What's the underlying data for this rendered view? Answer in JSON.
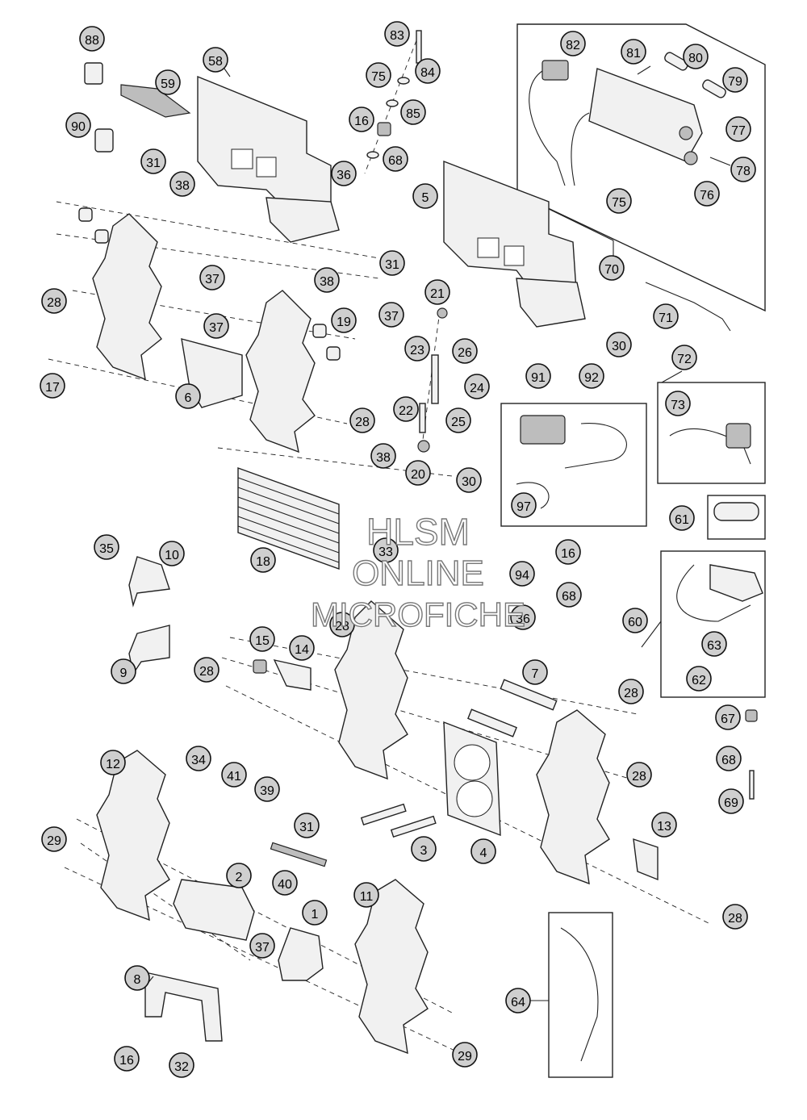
{
  "watermark": {
    "line1": "HLSM",
    "line2": "ONLINE",
    "line3": "MICROFICHE"
  },
  "callouts": [
    {
      "id": "c88",
      "label": "88"
    },
    {
      "id": "c59",
      "label": "59"
    },
    {
      "id": "c58",
      "label": "58"
    },
    {
      "id": "c90",
      "label": "90"
    },
    {
      "id": "c31a",
      "label": "31"
    },
    {
      "id": "c38a",
      "label": "38"
    },
    {
      "id": "c83",
      "label": "83"
    },
    {
      "id": "c84",
      "label": "84"
    },
    {
      "id": "c75a",
      "label": "75"
    },
    {
      "id": "c85",
      "label": "85"
    },
    {
      "id": "c16a",
      "label": "16"
    },
    {
      "id": "c68a",
      "label": "68"
    },
    {
      "id": "c36a",
      "label": "36"
    },
    {
      "id": "c82",
      "label": "82"
    },
    {
      "id": "c81",
      "label": "81"
    },
    {
      "id": "c80",
      "label": "80"
    },
    {
      "id": "c79",
      "label": "79"
    },
    {
      "id": "c77",
      "label": "77"
    },
    {
      "id": "c78",
      "label": "78"
    },
    {
      "id": "c76",
      "label": "76"
    },
    {
      "id": "c75b",
      "label": "75"
    },
    {
      "id": "c70",
      "label": "70"
    },
    {
      "id": "c5",
      "label": "5"
    },
    {
      "id": "c31b",
      "label": "31"
    },
    {
      "id": "c38b",
      "label": "38"
    },
    {
      "id": "c37a",
      "label": "37"
    },
    {
      "id": "c28a",
      "label": "28"
    },
    {
      "id": "c37b",
      "label": "37"
    },
    {
      "id": "c19",
      "label": "19"
    },
    {
      "id": "c21",
      "label": "21"
    },
    {
      "id": "c37c",
      "label": "37"
    },
    {
      "id": "c71",
      "label": "71"
    },
    {
      "id": "c17",
      "label": "17"
    },
    {
      "id": "c6",
      "label": "6"
    },
    {
      "id": "c23",
      "label": "23"
    },
    {
      "id": "c26",
      "label": "26"
    },
    {
      "id": "c30a",
      "label": "30"
    },
    {
      "id": "c24",
      "label": "24"
    },
    {
      "id": "c91",
      "label": "91"
    },
    {
      "id": "c92",
      "label": "92"
    },
    {
      "id": "c72",
      "label": "72"
    },
    {
      "id": "c73",
      "label": "73"
    },
    {
      "id": "c28b",
      "label": "28"
    },
    {
      "id": "c22",
      "label": "22"
    },
    {
      "id": "c25",
      "label": "25"
    },
    {
      "id": "c38c",
      "label": "38"
    },
    {
      "id": "c20",
      "label": "20"
    },
    {
      "id": "c30b",
      "label": "30"
    },
    {
      "id": "c97",
      "label": "97"
    },
    {
      "id": "c61",
      "label": "61"
    },
    {
      "id": "c18",
      "label": "18"
    },
    {
      "id": "c33",
      "label": "33"
    },
    {
      "id": "c35",
      "label": "35"
    },
    {
      "id": "c10",
      "label": "10"
    },
    {
      "id": "c16b",
      "label": "16"
    },
    {
      "id": "c94",
      "label": "94"
    },
    {
      "id": "c68b",
      "label": "68"
    },
    {
      "id": "c36b",
      "label": "36"
    },
    {
      "id": "c28c",
      "label": "28"
    },
    {
      "id": "c60",
      "label": "60"
    },
    {
      "id": "c9",
      "label": "9"
    },
    {
      "id": "c28d",
      "label": "28"
    },
    {
      "id": "c15",
      "label": "15"
    },
    {
      "id": "c14",
      "label": "14"
    },
    {
      "id": "c7",
      "label": "7"
    },
    {
      "id": "c63",
      "label": "63"
    },
    {
      "id": "c62",
      "label": "62"
    },
    {
      "id": "c28e",
      "label": "28"
    },
    {
      "id": "c67",
      "label": "67"
    },
    {
      "id": "c12",
      "label": "12"
    },
    {
      "id": "c34",
      "label": "34"
    },
    {
      "id": "c41",
      "label": "41"
    },
    {
      "id": "c39",
      "label": "39"
    },
    {
      "id": "c28f",
      "label": "28"
    },
    {
      "id": "c68c",
      "label": "68"
    },
    {
      "id": "c69",
      "label": "69"
    },
    {
      "id": "c29a",
      "label": "29"
    },
    {
      "id": "c31c",
      "label": "31"
    },
    {
      "id": "c3",
      "label": "3"
    },
    {
      "id": "c4",
      "label": "4"
    },
    {
      "id": "c13",
      "label": "13"
    },
    {
      "id": "c2",
      "label": "2"
    },
    {
      "id": "c40",
      "label": "40"
    },
    {
      "id": "c11",
      "label": "11"
    },
    {
      "id": "c28g",
      "label": "28"
    },
    {
      "id": "c1",
      "label": "1"
    },
    {
      "id": "c37d",
      "label": "37"
    },
    {
      "id": "c8",
      "label": "8"
    },
    {
      "id": "c64",
      "label": "64"
    },
    {
      "id": "c16c",
      "label": "16"
    },
    {
      "id": "c32",
      "label": "32"
    },
    {
      "id": "c29b",
      "label": "29"
    }
  ]
}
